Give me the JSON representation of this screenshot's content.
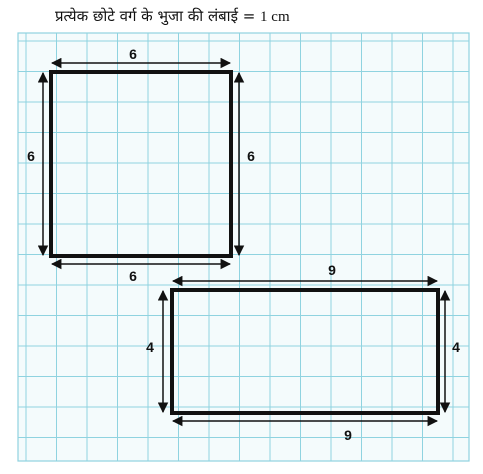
{
  "caption": {
    "text": "प्रत्येक छोटे वर्ग के भुजा की लंबाई = ",
    "unit": "1 cm"
  },
  "grid": {
    "line_color": "#8fd3e0",
    "background": "#f4fbfc"
  },
  "shapes": [
    {
      "id": "square",
      "width_units": 6,
      "height_units": 6,
      "labels": {
        "top": "6",
        "bottom": "6",
        "left": "6",
        "right": "6"
      }
    },
    {
      "id": "rectangle",
      "width_units": 9,
      "height_units": 4,
      "labels": {
        "top": "9",
        "bottom": "9",
        "left": "4",
        "right": "4"
      }
    }
  ]
}
